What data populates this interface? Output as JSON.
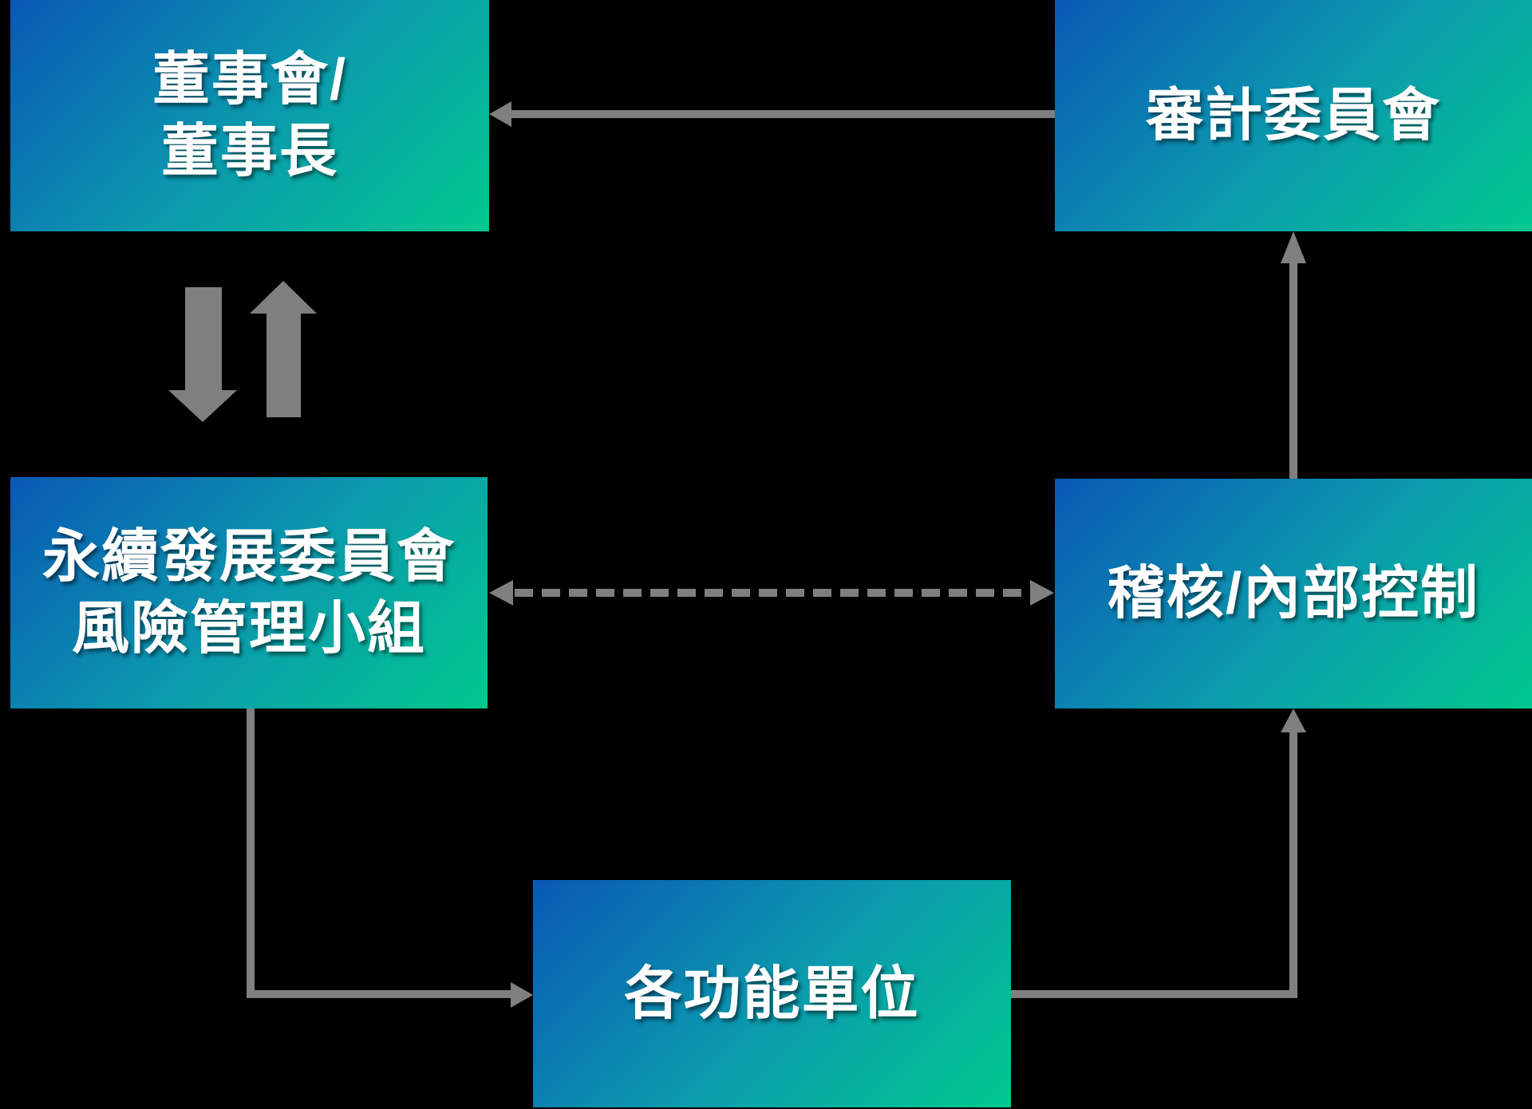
{
  "colors": {
    "background": "#000000",
    "box_gradient_start": "#0a58b4",
    "box_gradient_mid": "#0b9aae",
    "box_gradient_end": "#00c88e",
    "arrow_gray": "#7f7f7f",
    "text": "#ffffff"
  },
  "boxes": {
    "board": {
      "line1": "董事會/",
      "line2": "董事長"
    },
    "audit": {
      "label": "審計委員會"
    },
    "sustainability": {
      "line1": "永續發展委員會",
      "line2": "風險管理小組"
    },
    "internal_control": {
      "label": "稽核/內部控制"
    },
    "functional_units": {
      "label": "各功能單位"
    }
  },
  "connections": [
    {
      "from": "審計委員會",
      "to": "董事會/董事長",
      "style": "solid-arrow-left"
    },
    {
      "from": "董事會/董事長",
      "to": "永續發展委員會風險管理小組",
      "style": "block-arrow-down"
    },
    {
      "from": "永續發展委員會風險管理小組",
      "to": "董事會/董事長",
      "style": "block-arrow-up"
    },
    {
      "from": "永續發展委員會風險管理小組",
      "to": "稽核/內部控制",
      "style": "dashed-double-headed-arrow"
    },
    {
      "from": "永續發展委員會風險管理小組",
      "to": "各功能單位",
      "style": "solid-elbow-arrow"
    },
    {
      "from": "各功能單位",
      "to": "稽核/內部控制",
      "style": "solid-elbow-arrow"
    },
    {
      "from": "稽核/內部控制",
      "to": "審計委員會",
      "style": "solid-arrow-up"
    }
  ]
}
